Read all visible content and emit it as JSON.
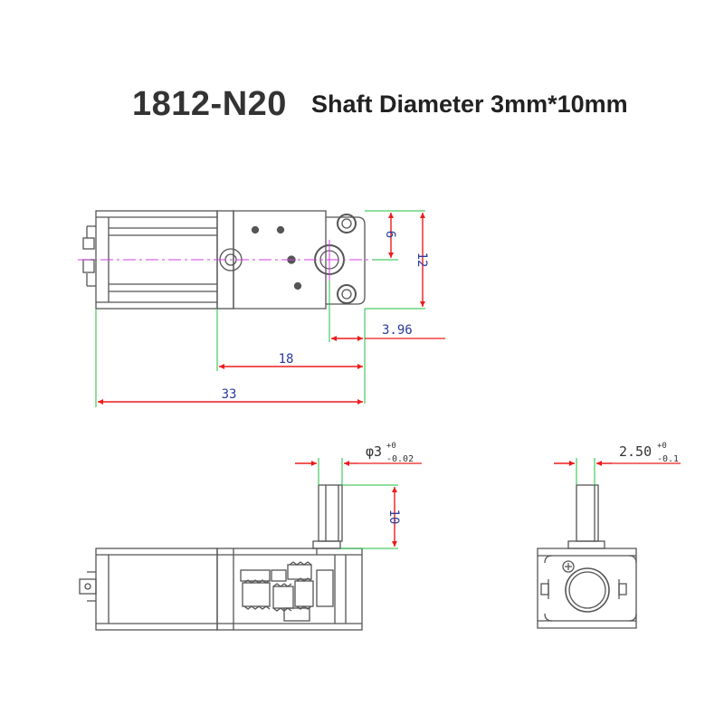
{
  "header": {
    "model": "1812-N20",
    "spec": "Shaft Diameter 3mm*10mm"
  },
  "dimensions": {
    "height_half": "6",
    "height_total": "12",
    "shaft_offset": "3.96",
    "gearbox_length": "18",
    "total_length": "33",
    "shaft_diameter": "φ3",
    "shaft_diameter_upper_tol": "+0",
    "shaft_diameter_lower_tol": "-0.02",
    "shaft_length": "10",
    "flat_width": "2.50",
    "flat_upper_tol": "+0",
    "flat_lower_tol": "-0.1"
  },
  "colors": {
    "dimension_red": "#ee1c1c",
    "extension_green": "#1fbf3f",
    "centerline_magenta": "#d040e0",
    "dimension_text_blue": "#2b3a9a",
    "outline_gray": "#555555"
  }
}
